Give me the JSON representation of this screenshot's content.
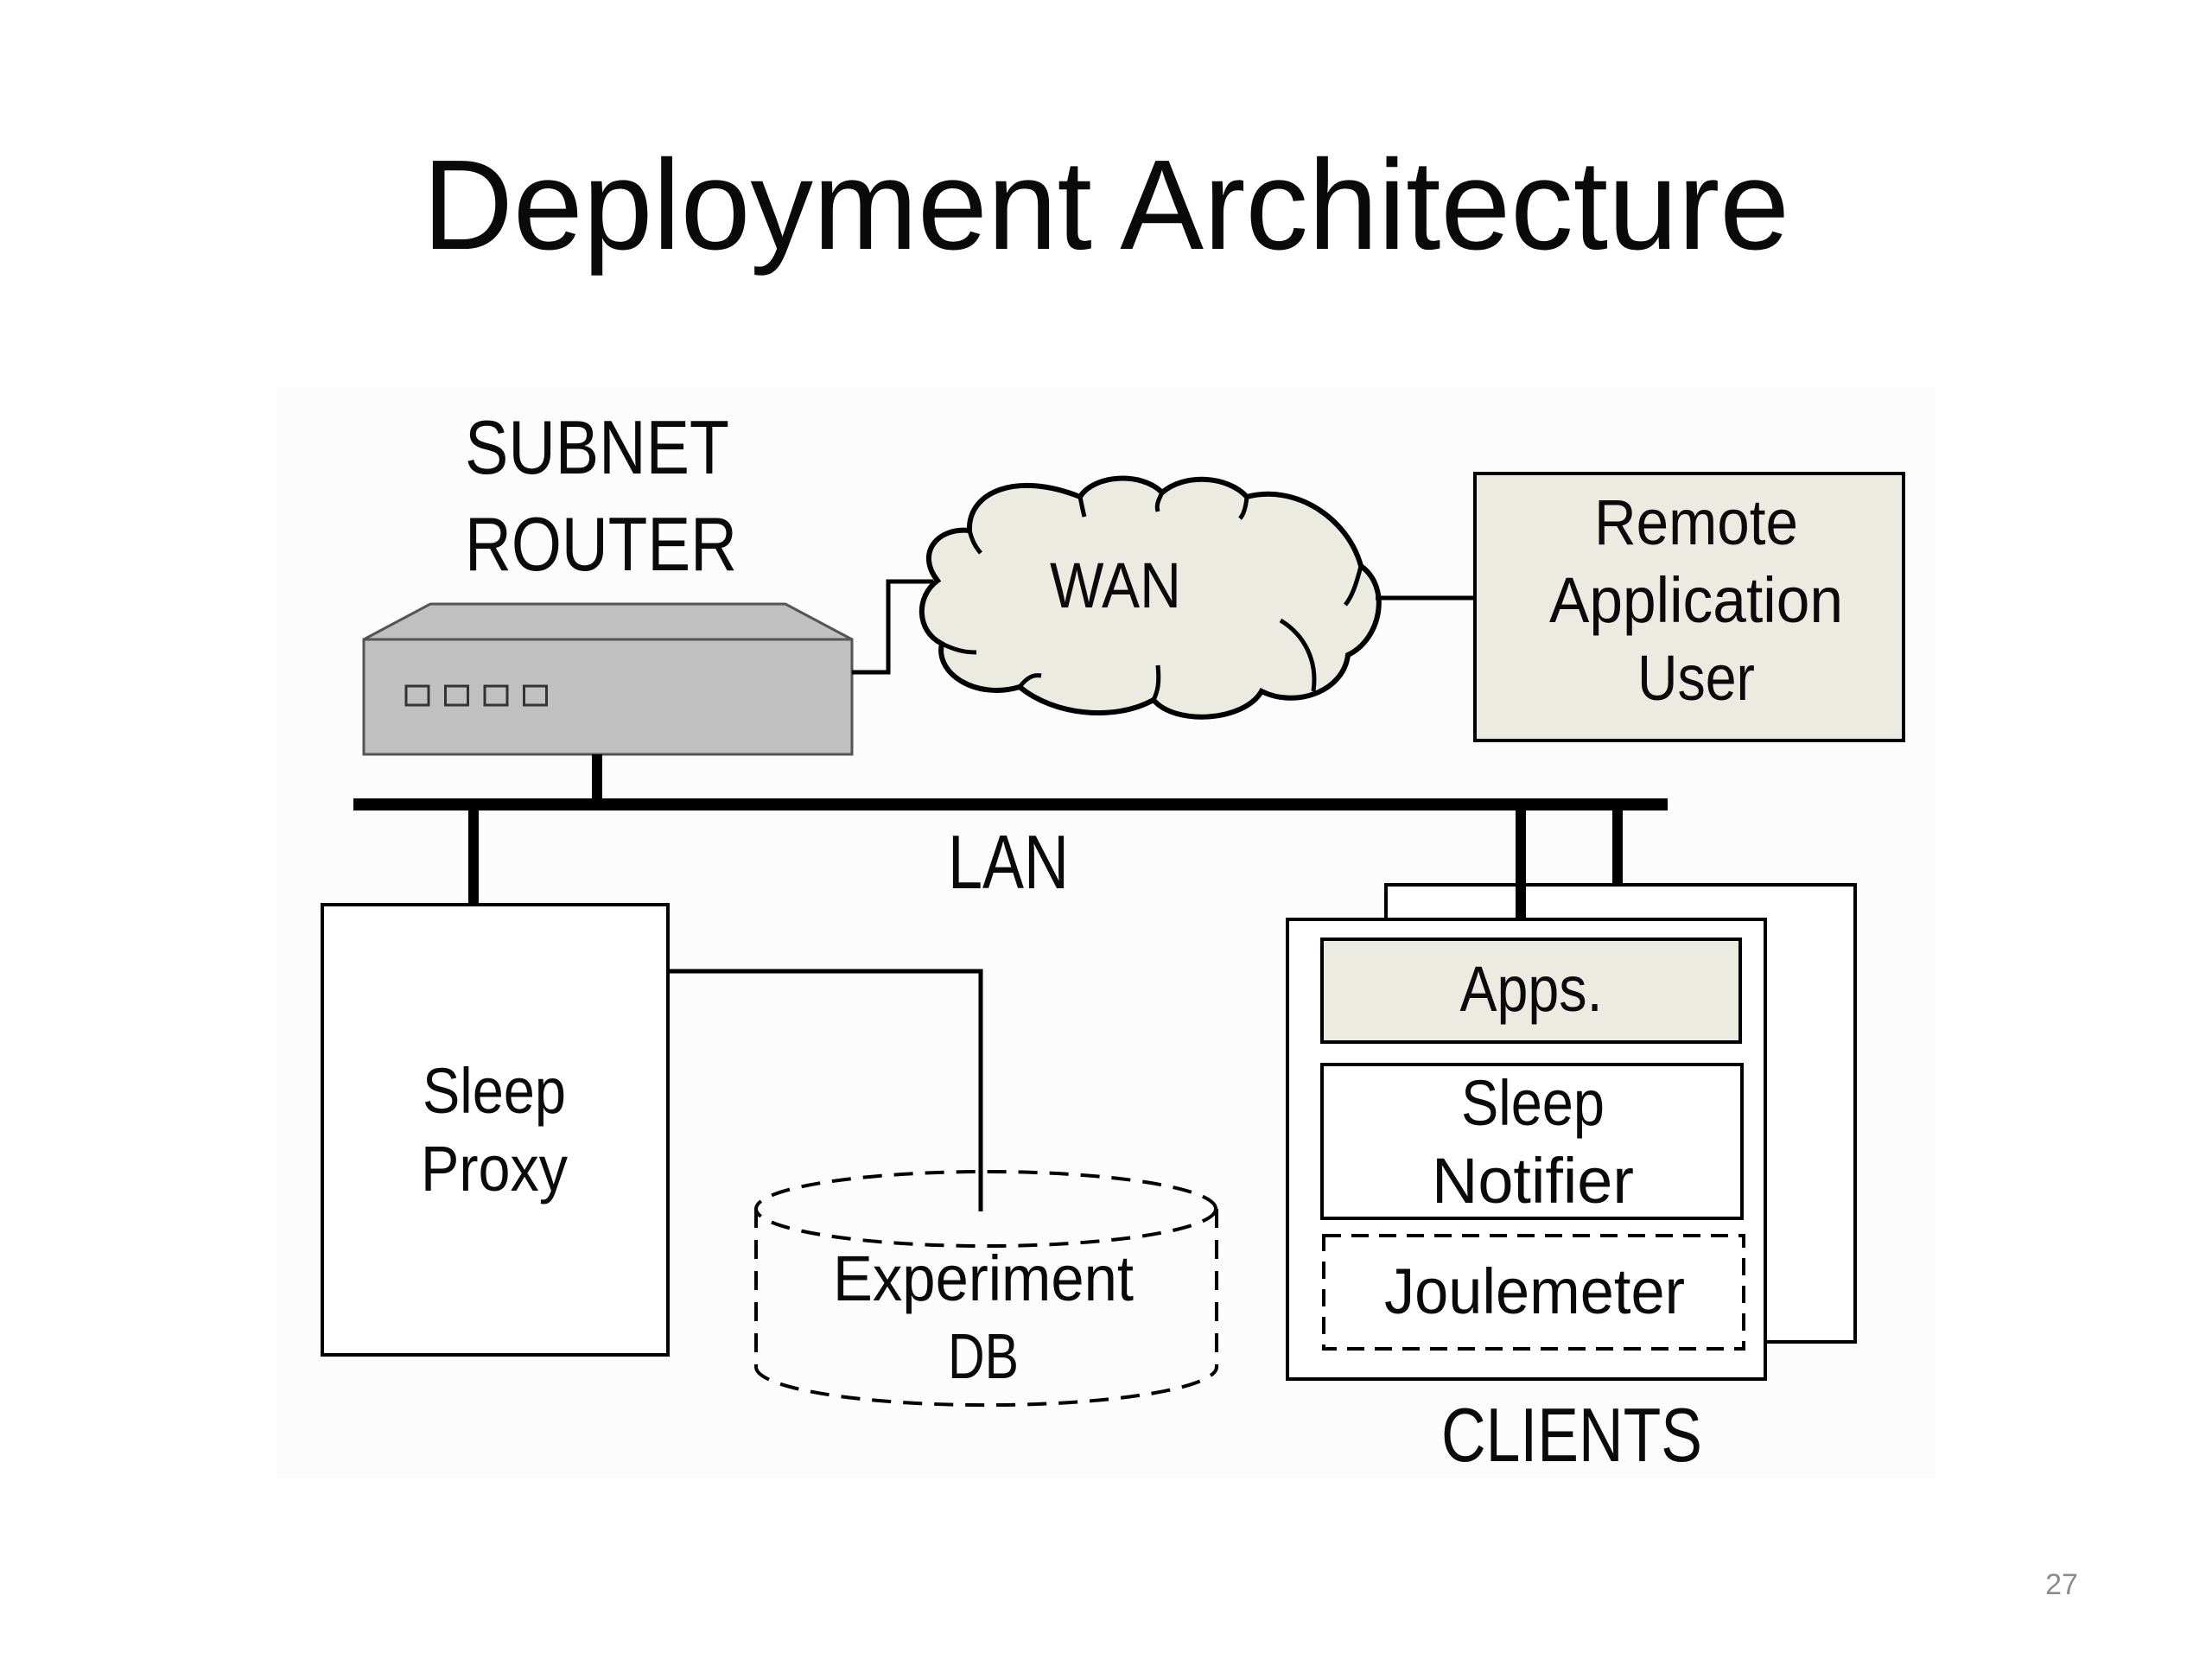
{
  "slide": {
    "title": "Deployment Architecture",
    "page_number": "27"
  },
  "diagram": {
    "router": {
      "label_line1": "SUBNET",
      "label_line2": "ROUTER",
      "port_count": 4
    },
    "wan": {
      "label": "WAN"
    },
    "remote_user": {
      "line1": "Remote",
      "line2": "Application",
      "line3": "User"
    },
    "lan": {
      "label": "LAN"
    },
    "sleep_proxy": {
      "line1": "Sleep",
      "line2": "Proxy"
    },
    "experiment_db": {
      "line1": "Experiment",
      "line2": "DB"
    },
    "client": {
      "apps": "Apps.",
      "sleep_notifier_line1": "Sleep",
      "sleep_notifier_line2": "Notifier",
      "joulemeter": "Joulemeter"
    },
    "clients_label": "CLIENTS"
  },
  "colors": {
    "device_gray": "#c0c0c0",
    "beige_fill": "#ecebe2",
    "figure_bg": "#fcfcfc"
  }
}
